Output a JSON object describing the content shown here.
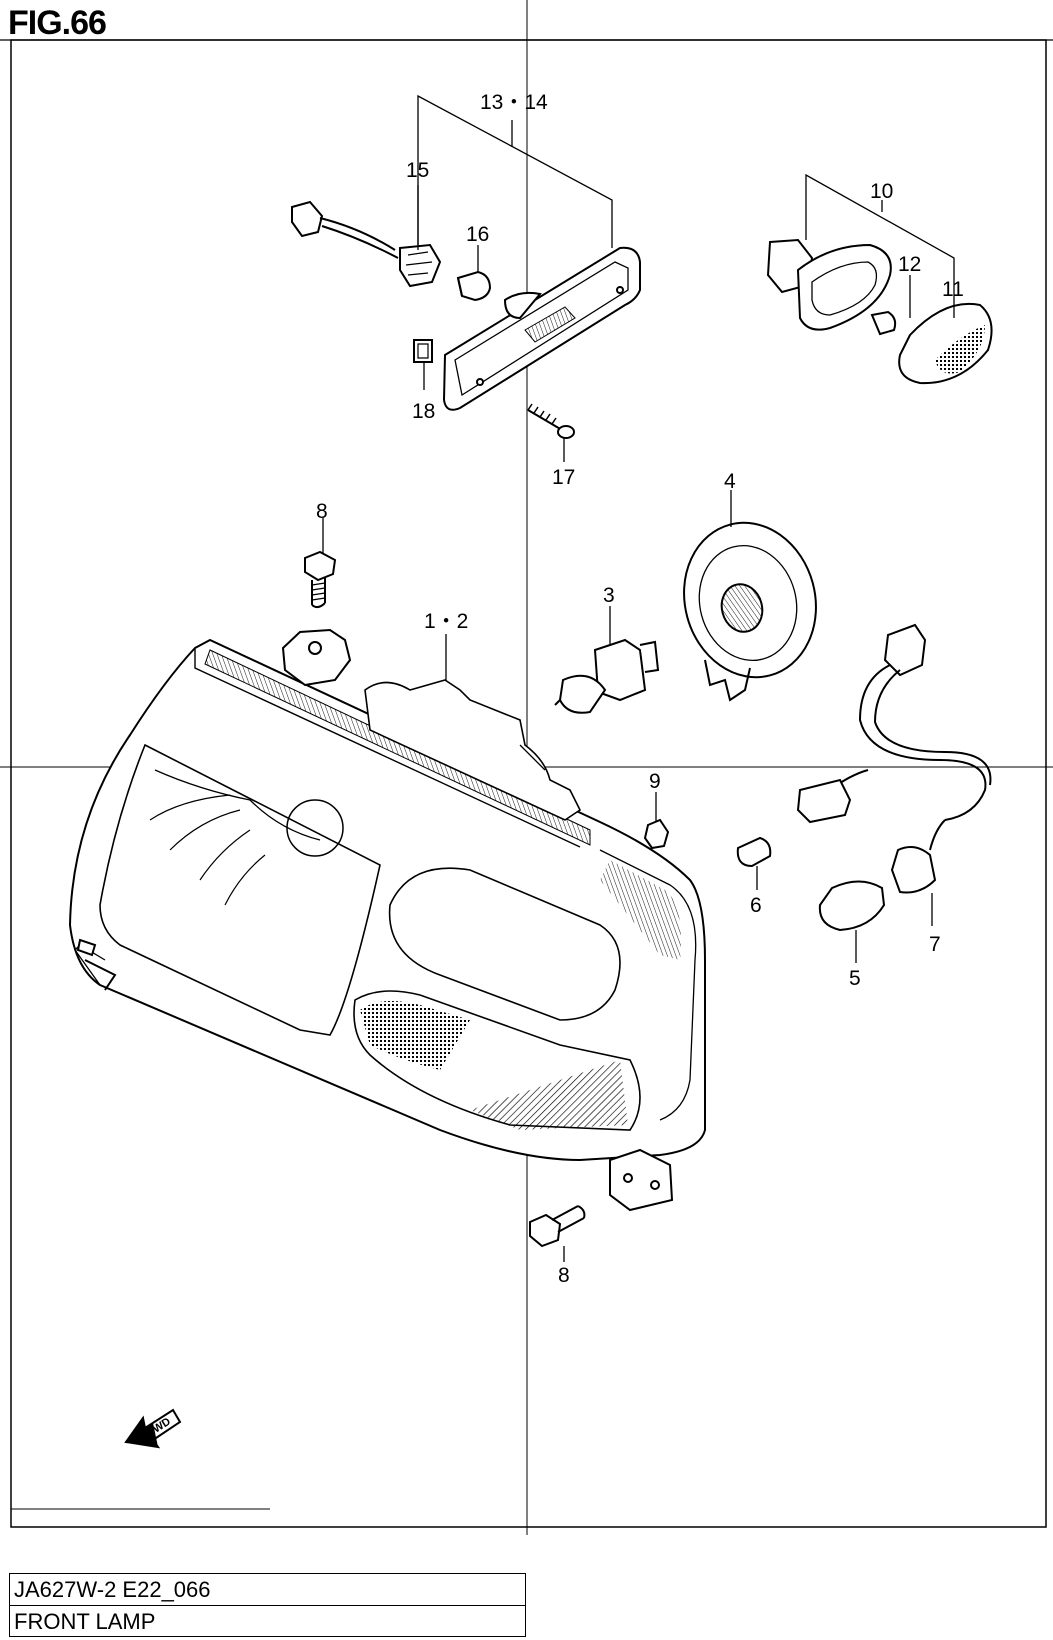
{
  "figure": {
    "title": "FIG.66"
  },
  "callouts": {
    "c13_14": "13・14",
    "c15": "15",
    "c16": "16",
    "c18": "18",
    "c17": "17",
    "c10": "10",
    "c12": "12",
    "c11": "11",
    "c4": "4",
    "c8_top": "8",
    "c3": "3",
    "c1_2": "1・2",
    "c9": "9",
    "c6": "6",
    "c7": "7",
    "c5": "5",
    "c8_bottom": "8"
  },
  "fwd_arrow": {
    "label": "FWD"
  },
  "title_block": {
    "model_code": "JA627W-2 E22_066",
    "section_name": "FRONT LAMP"
  }
}
